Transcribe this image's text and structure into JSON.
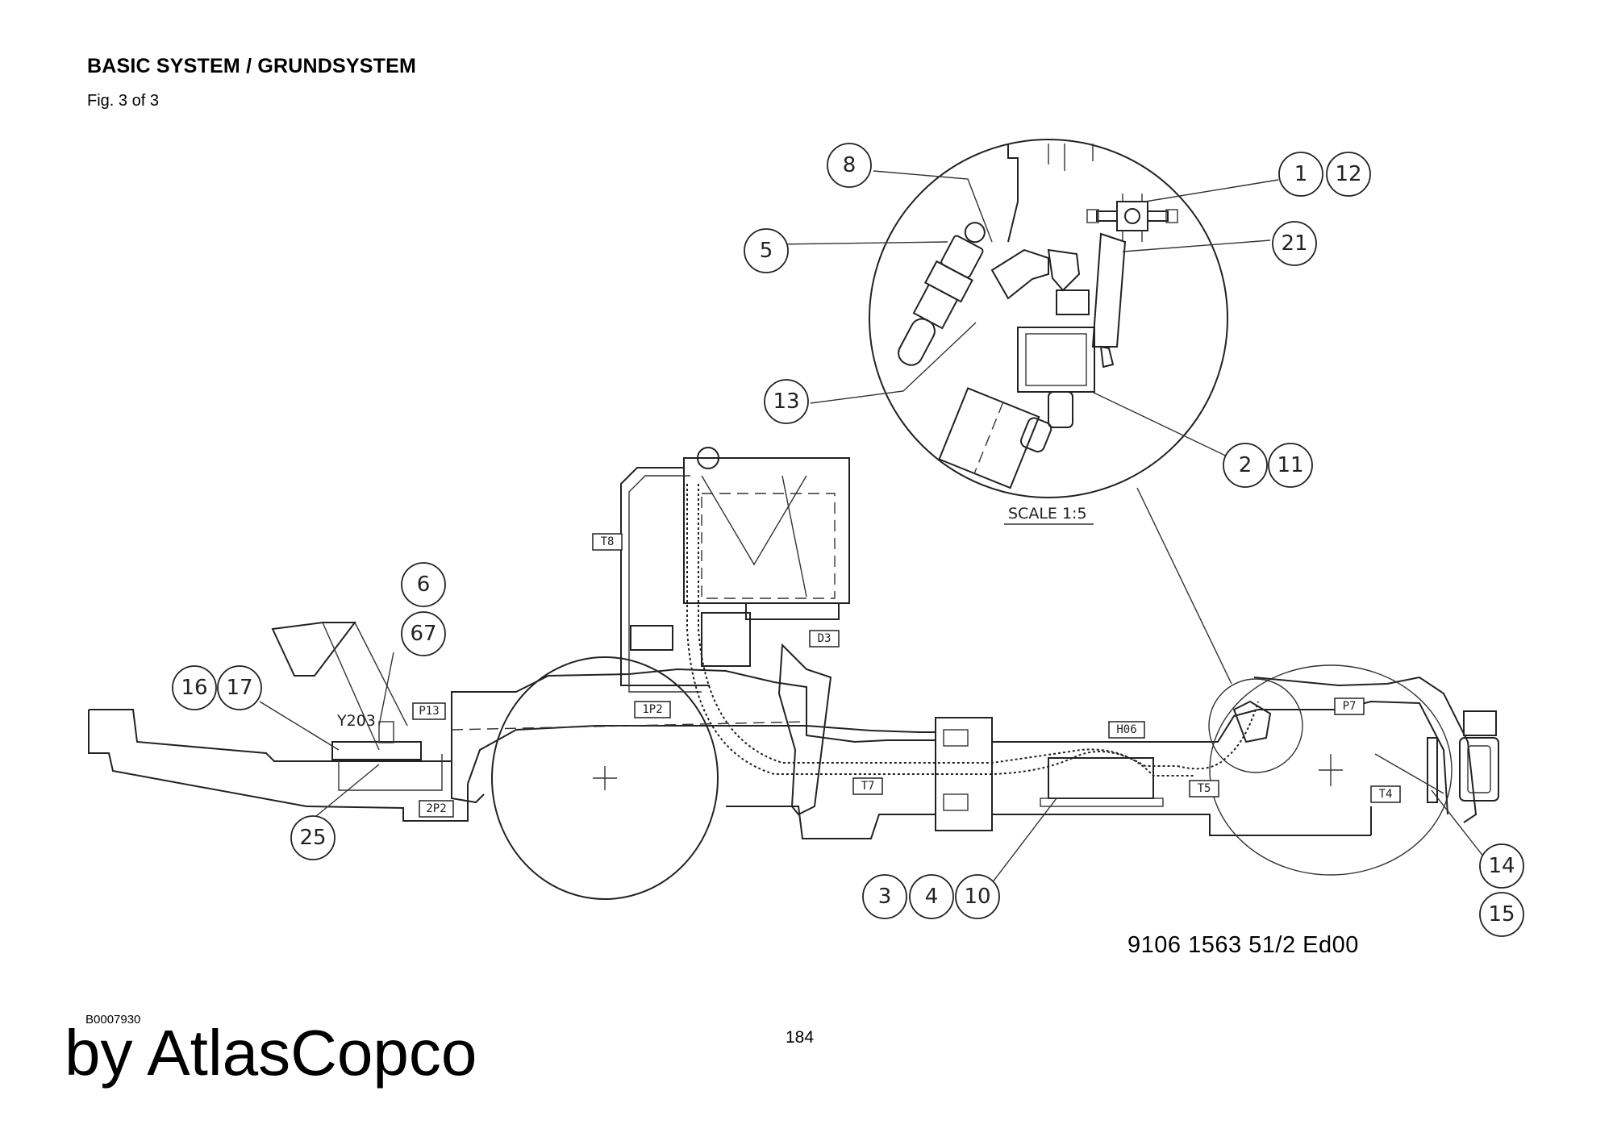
{
  "header": {
    "title": "BASIC SYSTEM / GRUNDSYSTEM",
    "subtitle": "Fig. 3 of 3"
  },
  "detail": {
    "scale_label": "SCALE 1:5"
  },
  "footer": {
    "drawing_number": "9106 1563 51/2  Ed00",
    "document_id": "B0007930",
    "page_number": "184",
    "brand": "by AtlasCopco"
  },
  "callouts": [
    "8",
    "1",
    "12",
    "5",
    "21",
    "13",
    "2",
    "11",
    "6",
    "67",
    "16",
    "17",
    "25",
    "3",
    "4",
    "10",
    "14",
    "15"
  ],
  "hose_tags": [
    "T8",
    "P13",
    "1P2",
    "D3",
    "H06",
    "P7",
    "T7",
    "2P2",
    "T5",
    "T4"
  ],
  "component_labels": [
    "Y203"
  ],
  "colors": {
    "line": "#222222",
    "background": "#ffffff"
  }
}
